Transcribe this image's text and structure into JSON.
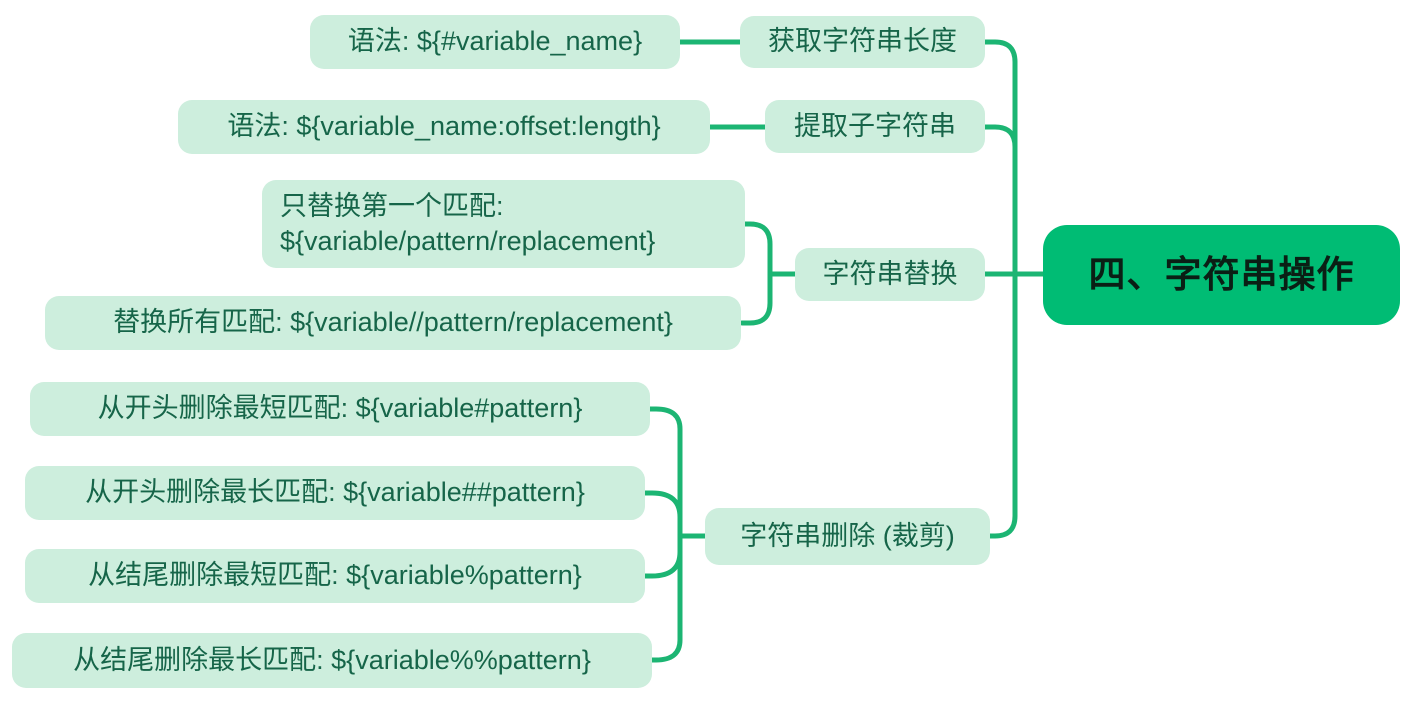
{
  "colors": {
    "connector": "#1cb573",
    "node_bg": "#cdeedd",
    "node_text": "#166549",
    "root_bg": "#00bc74",
    "root_text": "#0a1f15"
  },
  "root": {
    "label": "四、字符串操作"
  },
  "branches": [
    {
      "label": "获取字符串长度",
      "children": [
        {
          "lines": [
            "语法: ${#variable_name}"
          ]
        }
      ]
    },
    {
      "label": "提取子字符串",
      "children": [
        {
          "lines": [
            "语法: ${variable_name:offset:length}"
          ]
        }
      ]
    },
    {
      "label": "字符串替换",
      "children": [
        {
          "lines": [
            "只替换第一个匹配:",
            "${variable/pattern/replacement}"
          ]
        },
        {
          "lines": [
            "替换所有匹配: ${variable//pattern/replacement}"
          ]
        }
      ]
    },
    {
      "label": "字符串删除 (裁剪)",
      "children": [
        {
          "lines": [
            "从开头删除最短匹配: ${variable#pattern}"
          ]
        },
        {
          "lines": [
            "从开头删除最长匹配: ${variable##pattern}"
          ]
        },
        {
          "lines": [
            "从结尾删除最短匹配: ${variable%pattern}"
          ]
        },
        {
          "lines": [
            "从结尾删除最长匹配: ${variable%%pattern}"
          ]
        }
      ]
    }
  ]
}
